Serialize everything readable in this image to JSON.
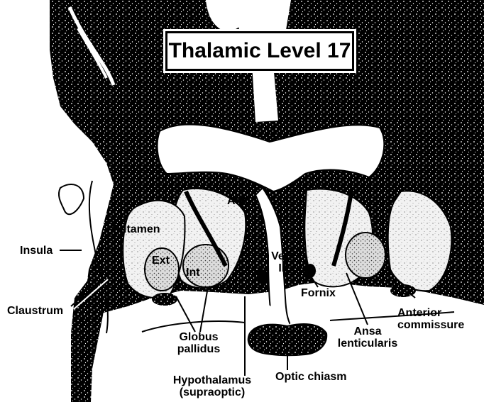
{
  "title": "Thalamic Level 17",
  "labels": {
    "ant": "Ant",
    "putamen": "Putamen",
    "insula": "Insula",
    "ext": "Ext",
    "int": "Int",
    "vent_line1": "Vent",
    "vent_line2": "III",
    "fornix": "Fornix",
    "claustrum": "Claustrum",
    "anterior_commissure_line1": "Anterior",
    "anterior_commissure_line2": "commissure",
    "globus_pallidus_line1": "Globus",
    "globus_pallidus_line2": "pallidus",
    "ansa_lenticularis_line1": "Ansa",
    "ansa_lenticularis_line2": "lenticularis",
    "hypothalamus_line1": "Hypothalamus",
    "hypothalamus_line2": "(supraoptic)",
    "optic_chiasm": "Optic chiasm"
  },
  "colors": {
    "ink": "#000000",
    "paper": "#ffffff",
    "stipple": "#e8e8e8"
  }
}
